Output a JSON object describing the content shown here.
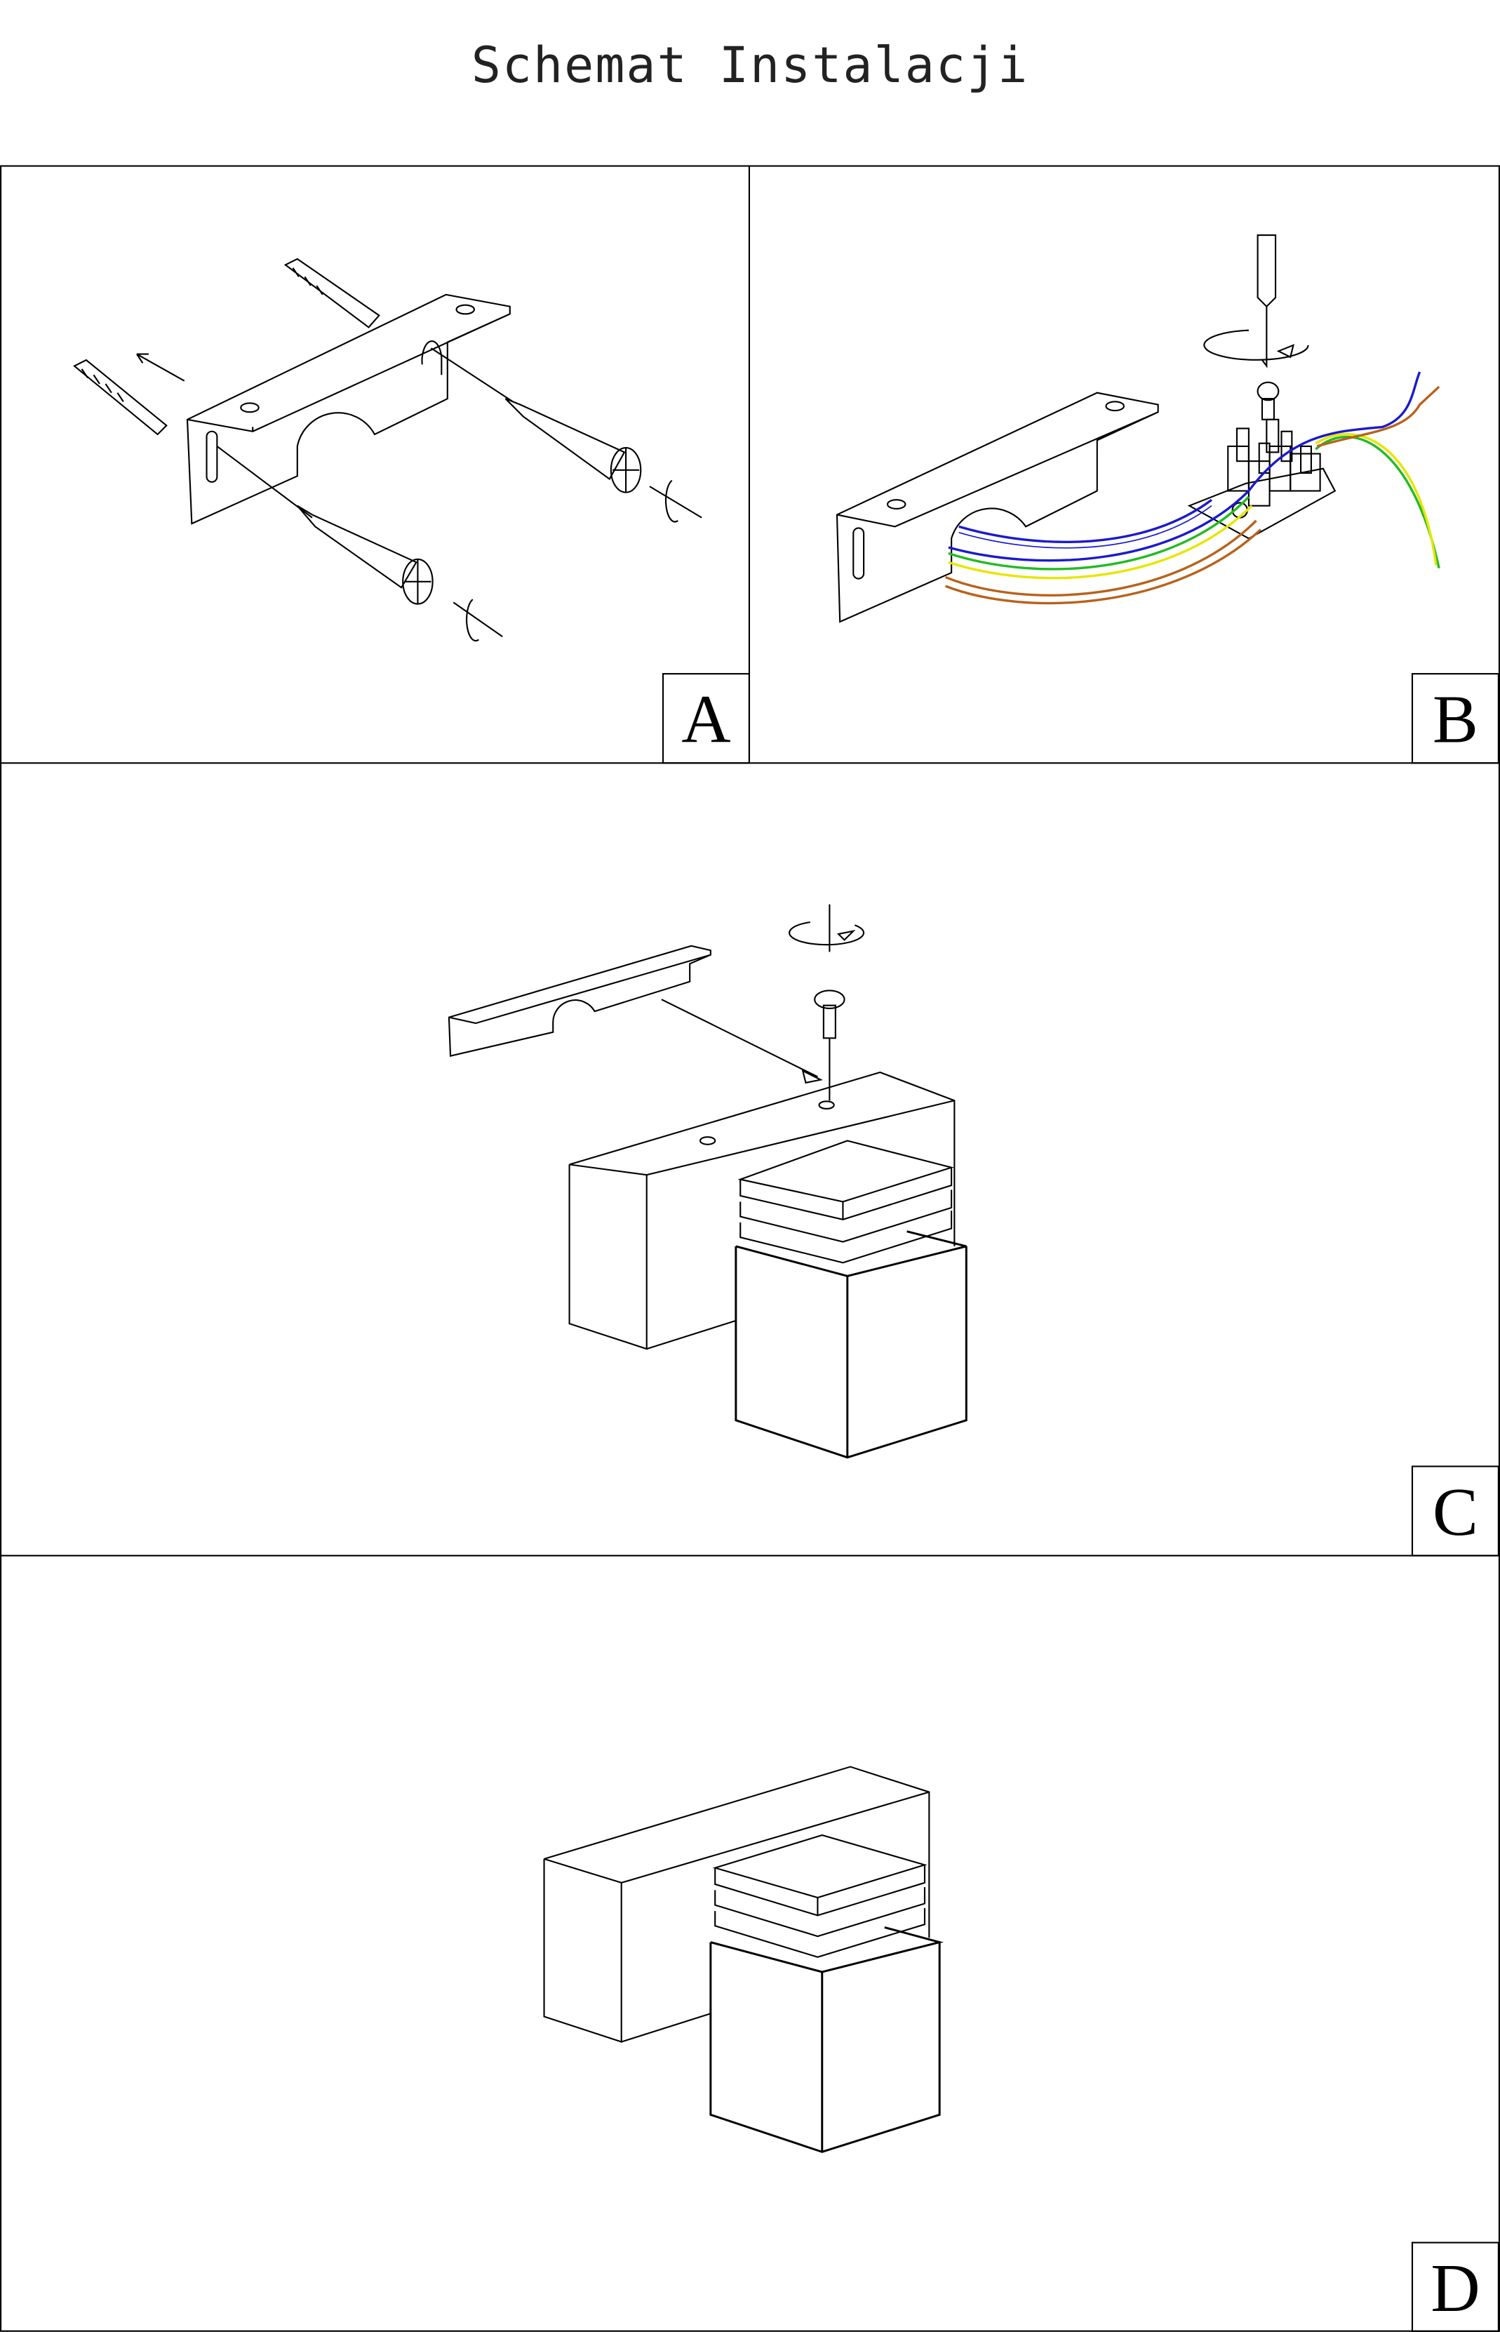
{
  "title": "Schemat Instalacji",
  "panels": [
    {
      "label": "A"
    },
    {
      "label": "B"
    },
    {
      "label": "C"
    },
    {
      "label": "D"
    }
  ],
  "colors": {
    "wire_blue": "#1a1acc",
    "wire_green": "#22bb22",
    "wire_yellow": "#e6e600",
    "wire_brown": "#b8621b",
    "line": "#000000"
  }
}
